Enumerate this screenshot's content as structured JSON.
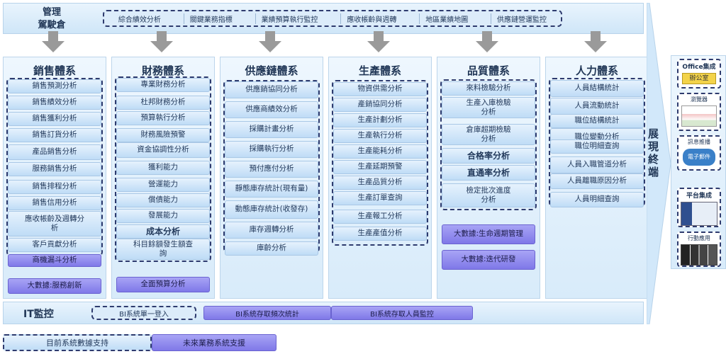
{
  "cockpit": {
    "title_line1": "管理",
    "title_line2": "駕駛倉",
    "items": [
      "綜合績效分析",
      "關鍵業務指標",
      "業績預算執行監控",
      "應收帳齡與週轉",
      "地區業績地圖",
      "供應鏈營運監控"
    ]
  },
  "columns": [
    {
      "title": "銷售體系",
      "items": [
        "銷售預測分析",
        "銷售績效分析",
        "銷售獲利分析",
        "銷售訂貨分析",
        "產品銷售分析",
        "服務銷售分析",
        "銷售排程分析",
        "銷售信用分析",
        "應收帳齡及週轉分\n析",
        "客戶貢獻分析"
      ],
      "future": [
        "商機漏斗分析",
        "大數據:服務創新"
      ]
    },
    {
      "title": "財務體系",
      "items": [
        "專業財務分析",
        "杜邦財務分析",
        "預算執行分析",
        "財務風險預警",
        "資金協調性分析",
        "獲利能力",
        "營運能力",
        "償債能力",
        "發展能力",
        "成本分析",
        "科目餘額發生額查\n詢"
      ],
      "future": [
        "全面預算分析"
      ]
    },
    {
      "title": "供應鏈體系",
      "items": [
        "供應銷協同分析",
        "供應商績效分析",
        "採購計畫分析",
        "採購執行分析",
        "預付應付分析",
        "靜態庫存統計(現有量)",
        "動態庫存統計(收發存)",
        "庫存週轉分析",
        "庫齡分析"
      ],
      "future": []
    },
    {
      "title": "生產體系",
      "items": [
        "物資供需分析",
        "產銷協同分析",
        "生產計劃分析",
        "生產執行分析",
        "生產能耗分析",
        "生產延期預警",
        "生產品質分析",
        "生產訂單查詢",
        "生產報工分析",
        "生產產值分析"
      ],
      "future": []
    },
    {
      "title": "品質體系",
      "items": [
        "來料檢驗分析",
        "生產入庫檢驗\n分析",
        "倉庫超期檢驗\n分析",
        "合格率分析",
        "直通率分析",
        "檢定批次進度\n分析"
      ],
      "future": [
        "大數據:生命週期管理",
        "大數據:迭代研發"
      ]
    },
    {
      "title": "人力體系",
      "items": [
        "人員結構統計",
        "人員流動統計",
        "職位結構統計",
        "職位變動分析",
        "職位明細查詢",
        "人員入職管道分析",
        "人員離職原因分析",
        "人員明細查詢"
      ],
      "future": []
    }
  ],
  "it": {
    "title": "IT監控",
    "items": [
      "BI系統單一登入",
      "BI系統存取頻次統計",
      "BI系統存取人員監控"
    ]
  },
  "terminal": {
    "title": "展現終端",
    "office_label": "Office集成",
    "office_app": "辦公室",
    "browser_label": "瀏覽器",
    "push_label": "訊息推播",
    "push_sub": "電子郵件",
    "platform_label": "平台集成",
    "mobile_label": "行動應用"
  },
  "legend": {
    "current": "目前系統數據支持",
    "future": "未來業務系統支援"
  }
}
